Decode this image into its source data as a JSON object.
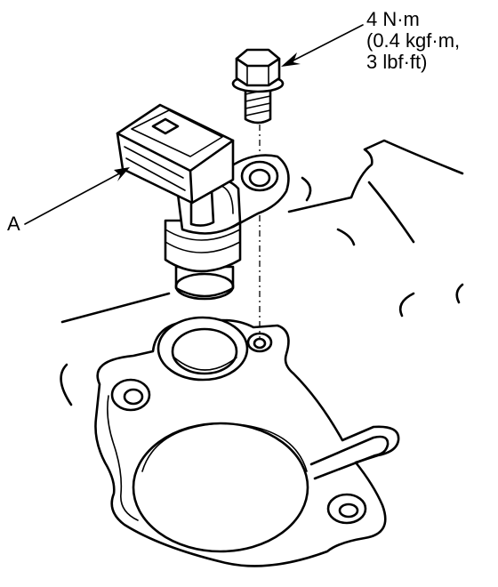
{
  "callouts": {
    "torque_line1": "4 N·m",
    "torque_line2": "(0.4 kgf·m,",
    "torque_line3": "3 lbf·ft)",
    "part_label": "A"
  }
}
